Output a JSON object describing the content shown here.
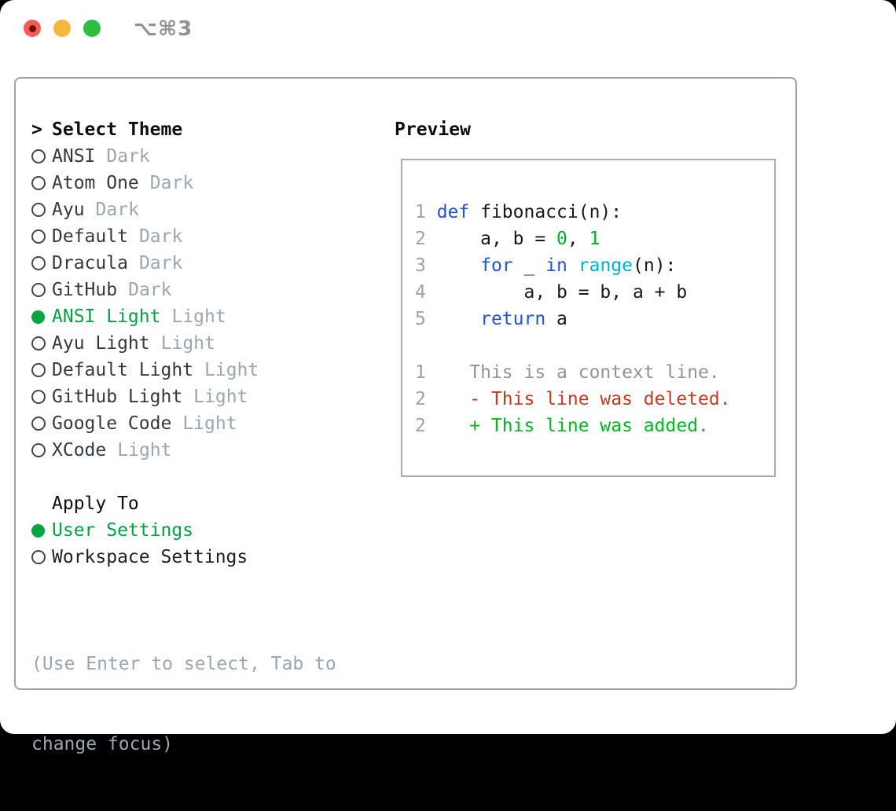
{
  "window": {
    "title": "⌥⌘3",
    "traffic_lights": {
      "close": "#f35d54",
      "minimize": "#f6b73c",
      "zoom": "#2dbe3e"
    }
  },
  "theme_panel": {
    "header_marker": ">",
    "header": "Select Theme",
    "items": [
      {
        "name": "ANSI",
        "variant": "Dark",
        "selected": false
      },
      {
        "name": "Atom One",
        "variant": "Dark",
        "selected": false
      },
      {
        "name": "Ayu",
        "variant": "Dark",
        "selected": false
      },
      {
        "name": "Default",
        "variant": "Dark",
        "selected": false
      },
      {
        "name": "Dracula",
        "variant": "Dark",
        "selected": false
      },
      {
        "name": "GitHub",
        "variant": "Dark",
        "selected": false
      },
      {
        "name": "ANSI Light",
        "variant": "Light",
        "selected": true
      },
      {
        "name": "Ayu Light",
        "variant": "Light",
        "selected": false
      },
      {
        "name": "Default Light",
        "variant": "Light",
        "selected": false
      },
      {
        "name": "GitHub Light",
        "variant": "Light",
        "selected": false
      },
      {
        "name": "Google Code",
        "variant": "Light",
        "selected": false
      },
      {
        "name": "XCode",
        "variant": "Light",
        "selected": false
      }
    ],
    "apply_to": {
      "header": "Apply To",
      "options": [
        {
          "label": "User Settings",
          "selected": true
        },
        {
          "label": "Workspace Settings",
          "selected": false
        }
      ]
    },
    "hint_lines": [
      "(Use Enter to select, Tab to",
      "change focus)"
    ]
  },
  "preview": {
    "title": "Preview",
    "code_lines": [
      {
        "num": "1",
        "tokens": [
          [
            "kw",
            "def"
          ],
          [
            "plain",
            " fibonacci(n):"
          ]
        ]
      },
      {
        "num": "2",
        "tokens": [
          [
            "plain",
            "    a, b = "
          ],
          [
            "lit",
            "0"
          ],
          [
            "plain",
            ", "
          ],
          [
            "lit",
            "1"
          ]
        ]
      },
      {
        "num": "3",
        "tokens": [
          [
            "plain",
            "    "
          ],
          [
            "kw",
            "for"
          ],
          [
            "plain",
            " _ "
          ],
          [
            "kw",
            "in"
          ],
          [
            "plain",
            " "
          ],
          [
            "fn",
            "range"
          ],
          [
            "plain",
            "(n):"
          ]
        ]
      },
      {
        "num": "4",
        "tokens": [
          [
            "plain",
            "        a, b = b, a + b"
          ]
        ]
      },
      {
        "num": "5",
        "tokens": [
          [
            "plain",
            "    "
          ],
          [
            "kw",
            "return"
          ],
          [
            "plain",
            " a"
          ]
        ]
      },
      {
        "blank": true
      },
      {
        "num": "1",
        "tokens": [
          [
            "ctx",
            "   This is a context line."
          ]
        ]
      },
      {
        "num": "2",
        "tokens": [
          [
            "del",
            "   - This line was deleted."
          ]
        ]
      },
      {
        "num": "2",
        "tokens": [
          [
            "add",
            "   + This line was added."
          ]
        ]
      }
    ]
  },
  "colors": {
    "selected_green": "#00a441",
    "added_green": "#00bb20",
    "deleted_red": "#c83a1e",
    "keyword_blue": "#1e53dd",
    "builtin_cyan": "#00b4cb",
    "literal_green": "#00b228",
    "muted_gray": "#9aa6b4",
    "panel_border": "#99a3ae"
  }
}
